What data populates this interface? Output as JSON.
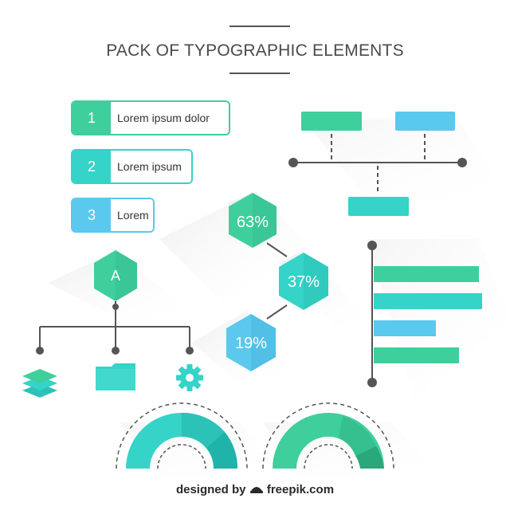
{
  "header": {
    "title": "PACK OF TYPOGRAPHIC ELEMENTS"
  },
  "labels": [
    {
      "number": "1",
      "text": "Lorem ipsum dolor"
    },
    {
      "number": "2",
      "text": "Lorem ipsum"
    },
    {
      "number": "3",
      "text": "Lorem"
    }
  ],
  "hexagons": {
    "a": "A",
    "p63": "63%",
    "p37": "37%",
    "p19": "19%"
  },
  "bars": [
    0.97,
    1.0,
    0.57,
    0.79
  ],
  "icons": [
    "layers-icon",
    "folder-icon",
    "gear-icon"
  ],
  "colors": {
    "green": "#3ecf9d",
    "teal": "#35d3c8",
    "blue": "#5bc8ee",
    "line": "#555555"
  },
  "footer": {
    "prefix": "designed by",
    "brand": "freepik.com"
  }
}
